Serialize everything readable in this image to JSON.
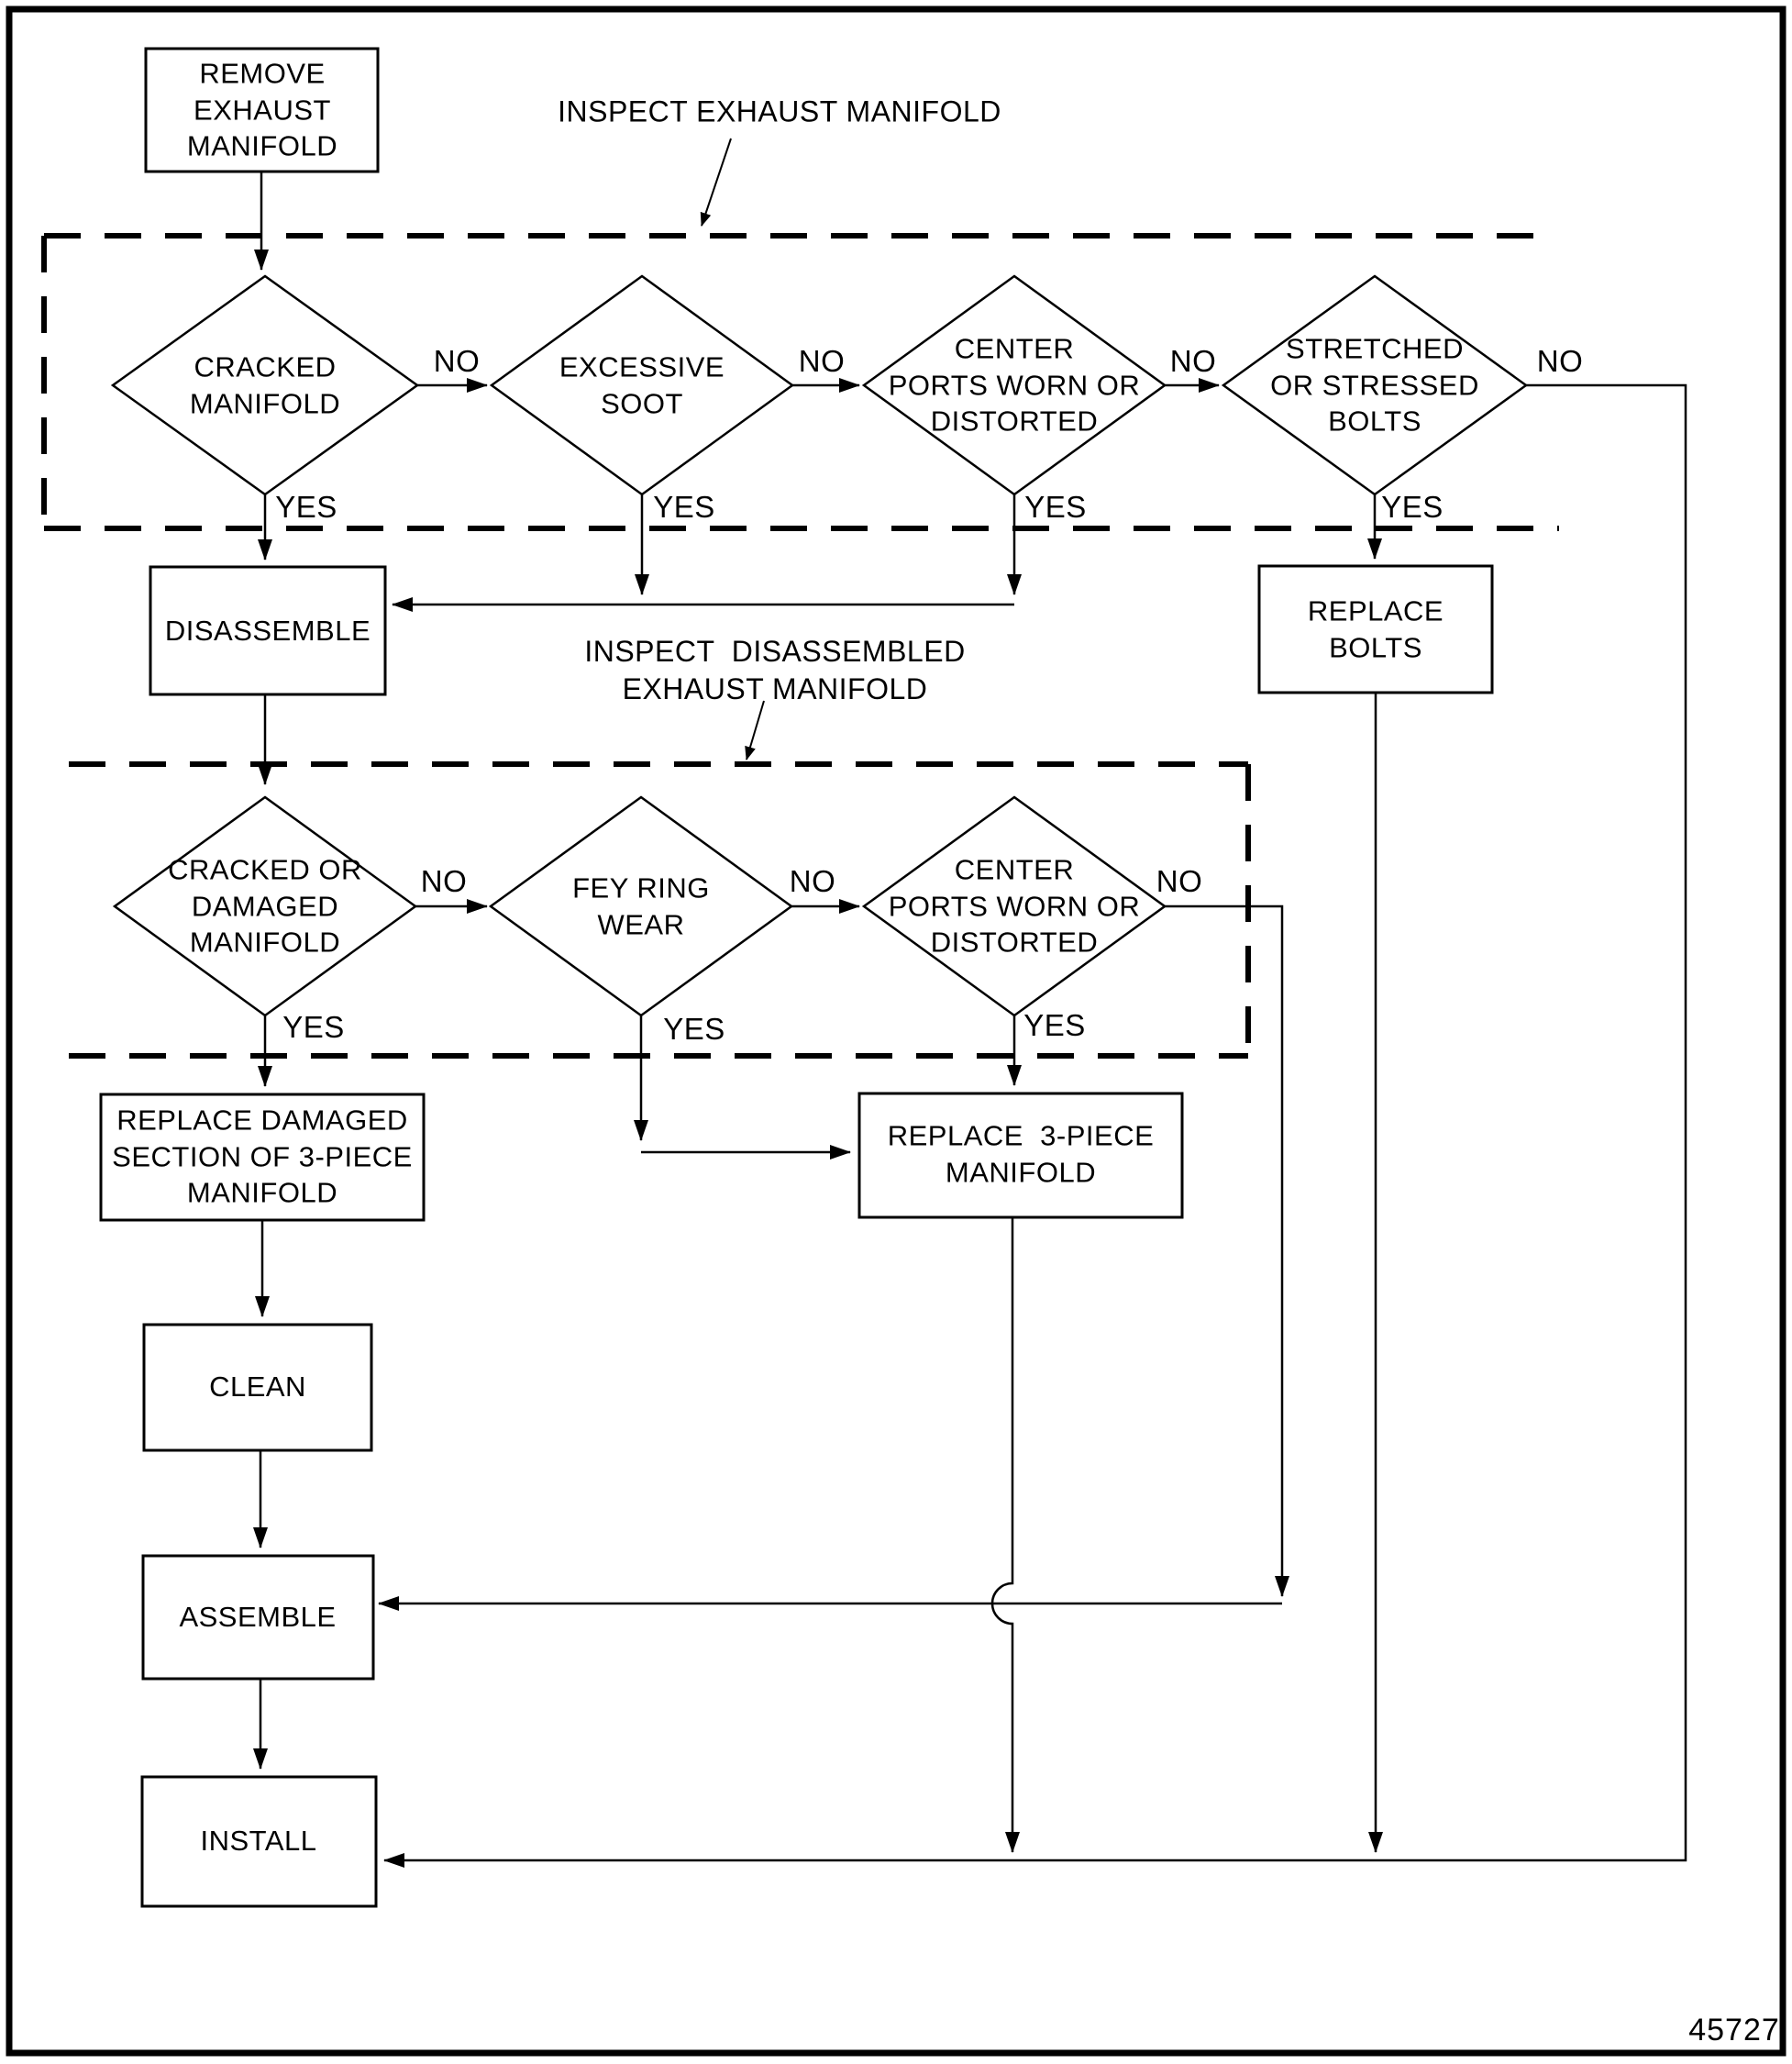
{
  "figure_number": "45727",
  "annotations": {
    "inspect_exhaust": "INSPECT EXHAUST MANIFOLD",
    "inspect_disassembled": "INSPECT  DISASSEMBLED\nEXHAUST MANIFOLD"
  },
  "boxes": {
    "remove": "REMOVE\nEXHAUST\nMANIFOLD",
    "disassemble": "DISASSEMBLE",
    "replace_bolts": "REPLACE\nBOLTS",
    "replace_damaged": "REPLACE DAMAGED\nSECTION OF 3-PIECE\nMANIFOLD",
    "replace_3piece": "REPLACE  3-PIECE\nMANIFOLD",
    "clean": "CLEAN",
    "assemble": "ASSEMBLE",
    "install": "INSTALL"
  },
  "decisions": {
    "cracked": "CRACKED\nMANIFOLD",
    "soot": "EXCESSIVE\nSOOT",
    "center_ports_1": "CENTER\nPORTS WORN OR\nDISTORTED",
    "bolts": "STRETCHED\nOR STRESSED\nBOLTS",
    "cracked_damaged": "CRACKED OR\nDAMAGED\nMANIFOLD",
    "fey_ring": "FEY RING\nWEAR",
    "center_ports_2": "CENTER\nPORTS WORN OR\nDISTORTED"
  },
  "labels": {
    "no": "NO",
    "yes": "YES"
  },
  "colors": {
    "line": "#000000",
    "background": "#ffffff"
  }
}
